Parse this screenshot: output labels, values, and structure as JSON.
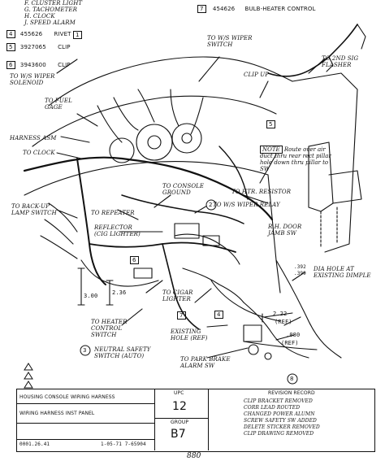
{
  "legend_left": [
    {
      "letter": "F.",
      "text": "CLUSTER LIGHT"
    },
    {
      "letter": "G.",
      "text": "TACHOMETER"
    },
    {
      "letter": "H.",
      "text": "CLOCK"
    },
    {
      "letter": "J.",
      "text": "SPEED ALARM"
    }
  ],
  "parts": [
    {
      "num": "4",
      "pn": "455626",
      "name": "RIVET"
    },
    {
      "num": "5",
      "pn": "3927065",
      "name": "CLIP"
    },
    {
      "num": "6",
      "pn": "3943600",
      "name": "CLIP"
    }
  ],
  "top_right_part": {
    "num": "7",
    "pn": "454626",
    "name": "BULB-HEATER CONTROL"
  },
  "labels": {
    "ws_washer_solenoid": "TO W/S WIPER SOLENOID",
    "ws_wiper_switch": "TO W/S WIPER SWITCH",
    "fuel_gage": "TO FUEL GAGE",
    "harness_asm": "HARNESS ASM",
    "to_clock": "TO CLOCK",
    "back_up_lamp": "TO BACK-UP LAMP SWITCH",
    "to_2nd_sig_flasher": "TO 2ND SIG FLASHER",
    "clip_up": "CLIP UP",
    "to_console_ground": "TO CONSOLE GROUND",
    "to_htr_resistor": "TO HTR. RESISTOR",
    "to_ws_wiper_relay": "TO W/S WIPER RELAY",
    "to_repeater": "TO REPEATER",
    "reflector": "REFLECTOR (CIG LIGHTER)",
    "rh_door": "R.H. DOOR JAMB SW",
    "to_cigar_lighter": "TO CIGAR LIGHTER",
    "to_heater_control": "TO HEATER CONTROL SWITCH",
    "neutral_safety": "NEUTRAL SAFETY SWITCH (AUTO)",
    "existing_hole": "EXISTING HOLE (REF)",
    "to_park_brake": "TO PARK BRAKE ALARM SW",
    "dia_hole": "DIA HOLE AT EXISTING DIMPLE",
    "dia_dim": ".392 .399",
    "dim_222": "2.22",
    "dim_ref": "(REF)",
    "dim_080": ".080",
    "dim_236": "2.36",
    "dim_300": "3.00"
  },
  "note": {
    "tag": "NOTE",
    "text": "Route over air duct thru rear rect pillar hole down thru pillar to SW"
  },
  "callouts": [
    "1",
    "2",
    "3",
    "4",
    "5",
    "6",
    "7",
    "8"
  ],
  "title_block": {
    "upc_label": "UPC",
    "upc_value": "12",
    "group_label": "GROUP",
    "sheet_value": "B7",
    "left_title": "HOUSING CONSOLE WIRING HARNESS",
    "left_sub": "WIRING HARNESS INST PANEL",
    "drawing_no": "0001.26.41",
    "date_line": "1-05-71 7-65904",
    "revisions": [
      "CLIP BRACKET REMOVED",
      "CORR LEAD ROUTED",
      "CHANGED POWER ALUMN",
      "SCREW SAFETY SW ADDED",
      "DELETE STICKER REMOVED",
      "CLIP DRAWING REMOVED"
    ],
    "rev_header": "REVISION RECORD",
    "page_mark": "880"
  }
}
